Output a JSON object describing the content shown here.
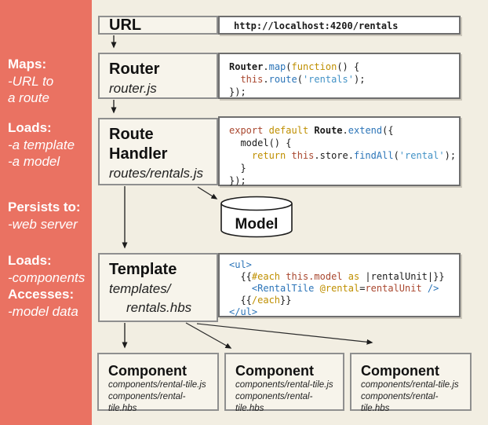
{
  "colors": {
    "sidebar_bg": "#ea7262",
    "canvas_bg": "#f2eee2",
    "label_box_bg": "#f7f4eb",
    "code_box_bg": "#ffffff",
    "arrow": "#2b2b2b"
  },
  "sidebar": {
    "blocks": [
      {
        "lines": [
          {
            "text": "Maps:"
          },
          {
            "text": "-URL to"
          },
          {
            "text": "a route"
          }
        ]
      },
      {
        "lines": [
          {
            "text": "Loads:"
          },
          {
            "text": "-a template"
          },
          {
            "text": "-a model"
          }
        ]
      },
      {
        "lines": [
          {
            "text": "Persists to:"
          },
          {
            "text": "-web server"
          }
        ]
      },
      {
        "lines": [
          {
            "text": "Loads:"
          },
          {
            "text": "-components"
          },
          {
            "text": "Accesses:"
          },
          {
            "text": "-model data"
          }
        ]
      }
    ]
  },
  "flow": {
    "url": {
      "title": "URL"
    },
    "router": {
      "title": "Router",
      "subtitle": "router.js"
    },
    "route_handler": {
      "title_line1": "Route",
      "title_line2": "Handler",
      "subtitle": "routes/rentals.js"
    },
    "model": {
      "label": "Model"
    },
    "template": {
      "title": "Template",
      "subtitle_line1": "templates/",
      "subtitle_line2": "rentals.hbs"
    },
    "components": [
      {
        "title": "Component",
        "file1": "components/rental-tile.js",
        "file2": "components/rental-tile.hbs"
      },
      {
        "title": "Component",
        "file1": "components/rental-tile.js",
        "file2": "components/rental-tile.hbs"
      },
      {
        "title": "Component",
        "file1": "components/rental-tile.js",
        "file2": "components/rental-tile.hbs"
      }
    ]
  },
  "code_colors": {
    "k": "#1b1b1b",
    "b": "#2b74b8",
    "g": "#bf8f00",
    "r": "#a9472f",
    "s": "#4292c6"
  },
  "code": {
    "url": [
      [
        {
          "t": "http://localhost:4200/rentals",
          "b": true
        }
      ]
    ],
    "router": [
      [
        {
          "t": "Router",
          "b": true
        },
        {
          "t": "."
        },
        {
          "t": "map",
          "c": "b"
        },
        {
          "t": "("
        },
        {
          "t": "function",
          "c": "g"
        },
        {
          "t": "() {"
        }
      ],
      [
        {
          "t": "  "
        },
        {
          "t": "this",
          "c": "r"
        },
        {
          "t": "."
        },
        {
          "t": "route",
          "c": "b"
        },
        {
          "t": "("
        },
        {
          "t": "'rentals'",
          "c": "s"
        },
        {
          "t": ");"
        }
      ],
      [
        {
          "t": "});"
        }
      ]
    ],
    "route_handler": [
      [
        {
          "t": "export",
          "c": "r"
        },
        {
          "t": " "
        },
        {
          "t": "default",
          "c": "g"
        },
        {
          "t": " "
        },
        {
          "t": "Route",
          "b": true
        },
        {
          "t": "."
        },
        {
          "t": "extend",
          "c": "b"
        },
        {
          "t": "({"
        }
      ],
      [
        {
          "t": "  model() {"
        }
      ],
      [
        {
          "t": "    "
        },
        {
          "t": "return",
          "c": "g"
        },
        {
          "t": " "
        },
        {
          "t": "this",
          "c": "r"
        },
        {
          "t": ".store."
        },
        {
          "t": "findAll",
          "c": "b"
        },
        {
          "t": "("
        },
        {
          "t": "'rental'",
          "c": "s"
        },
        {
          "t": ");"
        }
      ],
      [
        {
          "t": "  }"
        }
      ],
      [
        {
          "t": "});"
        }
      ]
    ],
    "template": [
      [
        {
          "t": "<ul>",
          "c": "b"
        }
      ],
      [
        {
          "t": "  {{"
        },
        {
          "t": "#each",
          "c": "g"
        },
        {
          "t": " "
        },
        {
          "t": "this.model",
          "c": "r"
        },
        {
          "t": " "
        },
        {
          "t": "as",
          "c": "g"
        },
        {
          "t": " |rentalUnit|}}"
        }
      ],
      [
        {
          "t": "    "
        },
        {
          "t": "<RentalTile",
          "c": "b"
        },
        {
          "t": " "
        },
        {
          "t": "@rental",
          "c": "g"
        },
        {
          "t": "="
        },
        {
          "t": "rentalUnit",
          "c": "r"
        },
        {
          "t": " "
        },
        {
          "t": "/>",
          "c": "b"
        }
      ],
      [
        {
          "t": "  {{"
        },
        {
          "t": "/each",
          "c": "g"
        },
        {
          "t": "}}"
        }
      ],
      [
        {
          "t": "</ul>",
          "c": "b"
        }
      ]
    ]
  }
}
